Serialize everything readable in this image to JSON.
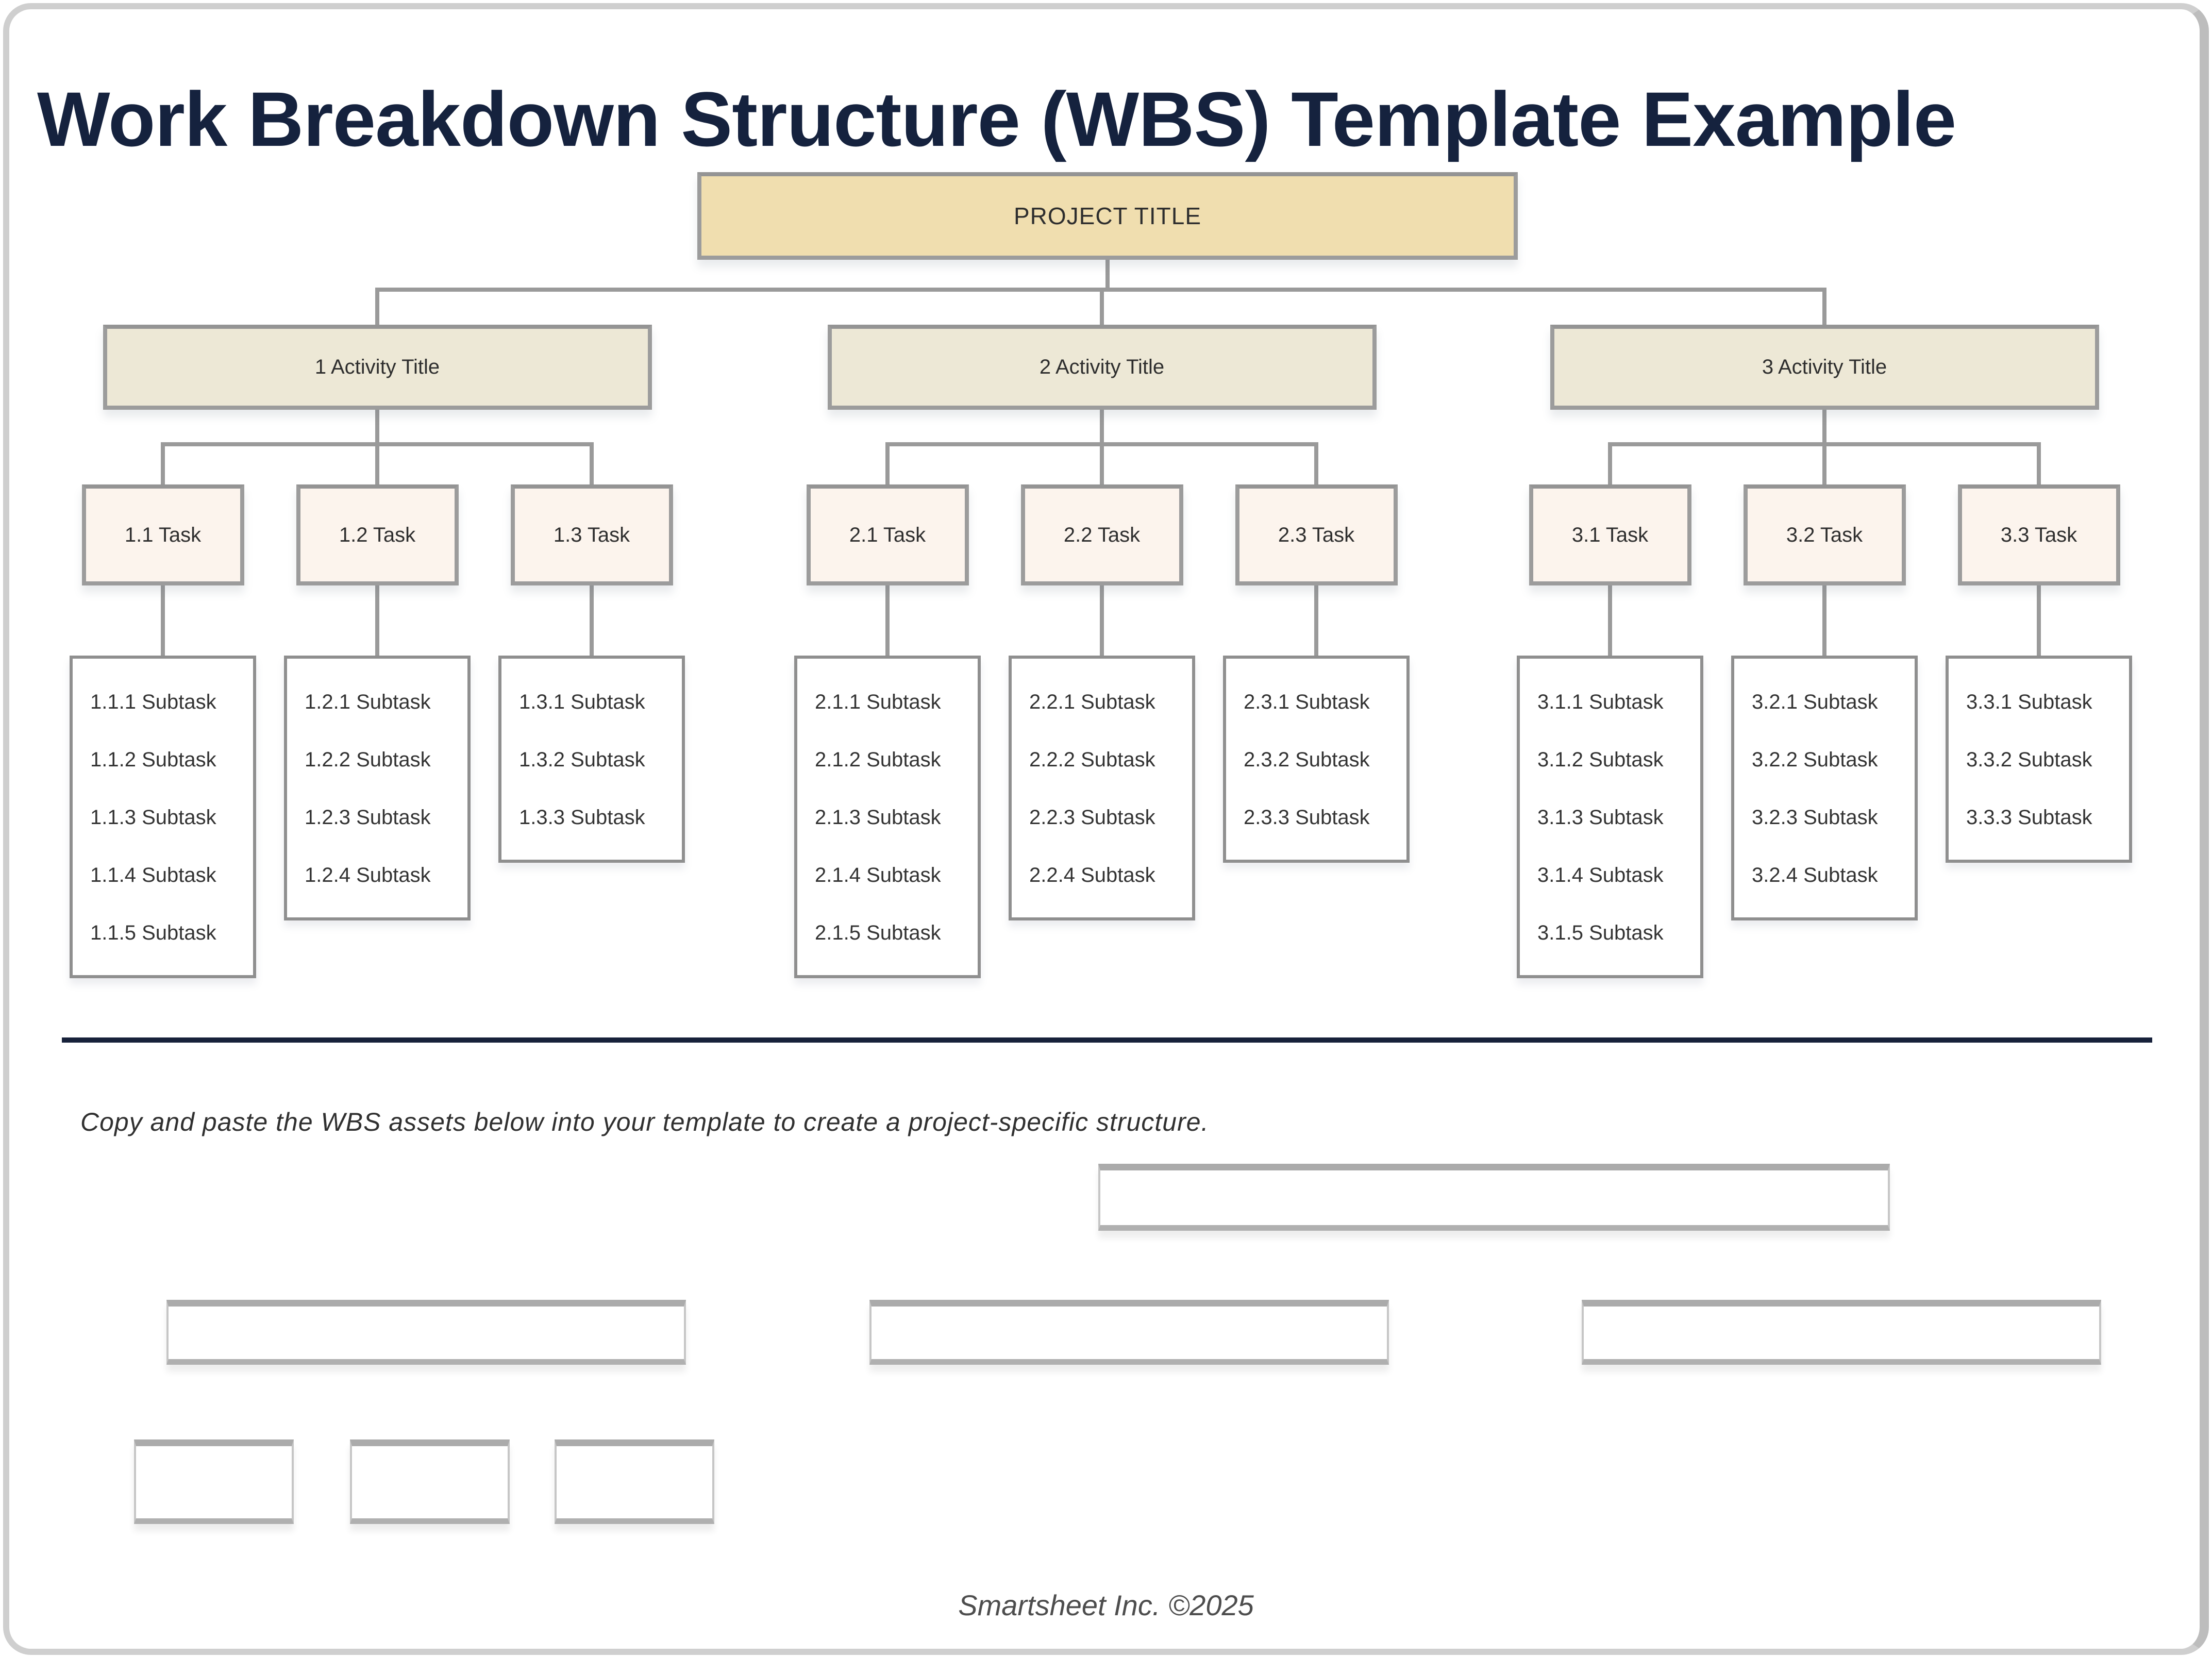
{
  "title": "Work Breakdown Structure (WBS) Template Example",
  "instruction": "Copy and paste the WBS assets below into your template to create a project-specific structure.",
  "footer": "Smartsheet Inc. ©2025",
  "colors": {
    "title_navy": "#15223E",
    "divider_navy": "#17213A",
    "project_fill": "#F0DEAF",
    "activity_fill": "#EDE8D6",
    "task_fill": "#FCF4ED",
    "subtask_fill": "#FFFFFF",
    "connector_gray": "#9A9A9A",
    "border_gray": "#9C9C9C"
  },
  "chart": {
    "root_label": "PROJECT TITLE",
    "groups": [
      {
        "activity_label": "1 Activity Title",
        "tasks": [
          {
            "label": "1.1 Task",
            "subtasks": [
              "1.1.1 Subtask",
              "1.1.2 Subtask",
              "1.1.3 Subtask",
              "1.1.4 Subtask",
              "1.1.5 Subtask"
            ]
          },
          {
            "label": "1.2 Task",
            "subtasks": [
              "1.2.1 Subtask",
              "1.2.2 Subtask",
              "1.2.3 Subtask",
              "1.2.4 Subtask"
            ]
          },
          {
            "label": "1.3 Task",
            "subtasks": [
              "1.3.1 Subtask",
              "1.3.2 Subtask",
              "1.3.3 Subtask"
            ]
          }
        ]
      },
      {
        "activity_label": "2 Activity Title",
        "tasks": [
          {
            "label": "2.1 Task",
            "subtasks": [
              "2.1.1 Subtask",
              "2.1.2 Subtask",
              "2.1.3 Subtask",
              "2.1.4 Subtask",
              "2.1.5 Subtask"
            ]
          },
          {
            "label": "2.2 Task",
            "subtasks": [
              "2.2.1 Subtask",
              "2.2.2 Subtask",
              "2.2.3 Subtask",
              "2.2.4 Subtask"
            ]
          },
          {
            "label": "2.3 Task",
            "subtasks": [
              "2.3.1 Subtask",
              "2.3.2 Subtask",
              "2.3.3 Subtask"
            ]
          }
        ]
      },
      {
        "activity_label": "3 Activity Title",
        "tasks": [
          {
            "label": "3.1 Task",
            "subtasks": [
              "3.1.1 Subtask",
              "3.1.2 Subtask",
              "3.1.3 Subtask",
              "3.1.4 Subtask",
              "3.1.5 Subtask"
            ]
          },
          {
            "label": "3.2 Task",
            "subtasks": [
              "3.2.1 Subtask",
              "3.2.2 Subtask",
              "3.2.3 Subtask",
              "3.2.4 Subtask"
            ]
          },
          {
            "label": "3.3 Task",
            "subtasks": [
              "3.3.1 Subtask",
              "3.3.2 Subtask",
              "3.3.3 Subtask"
            ]
          }
        ]
      }
    ]
  }
}
